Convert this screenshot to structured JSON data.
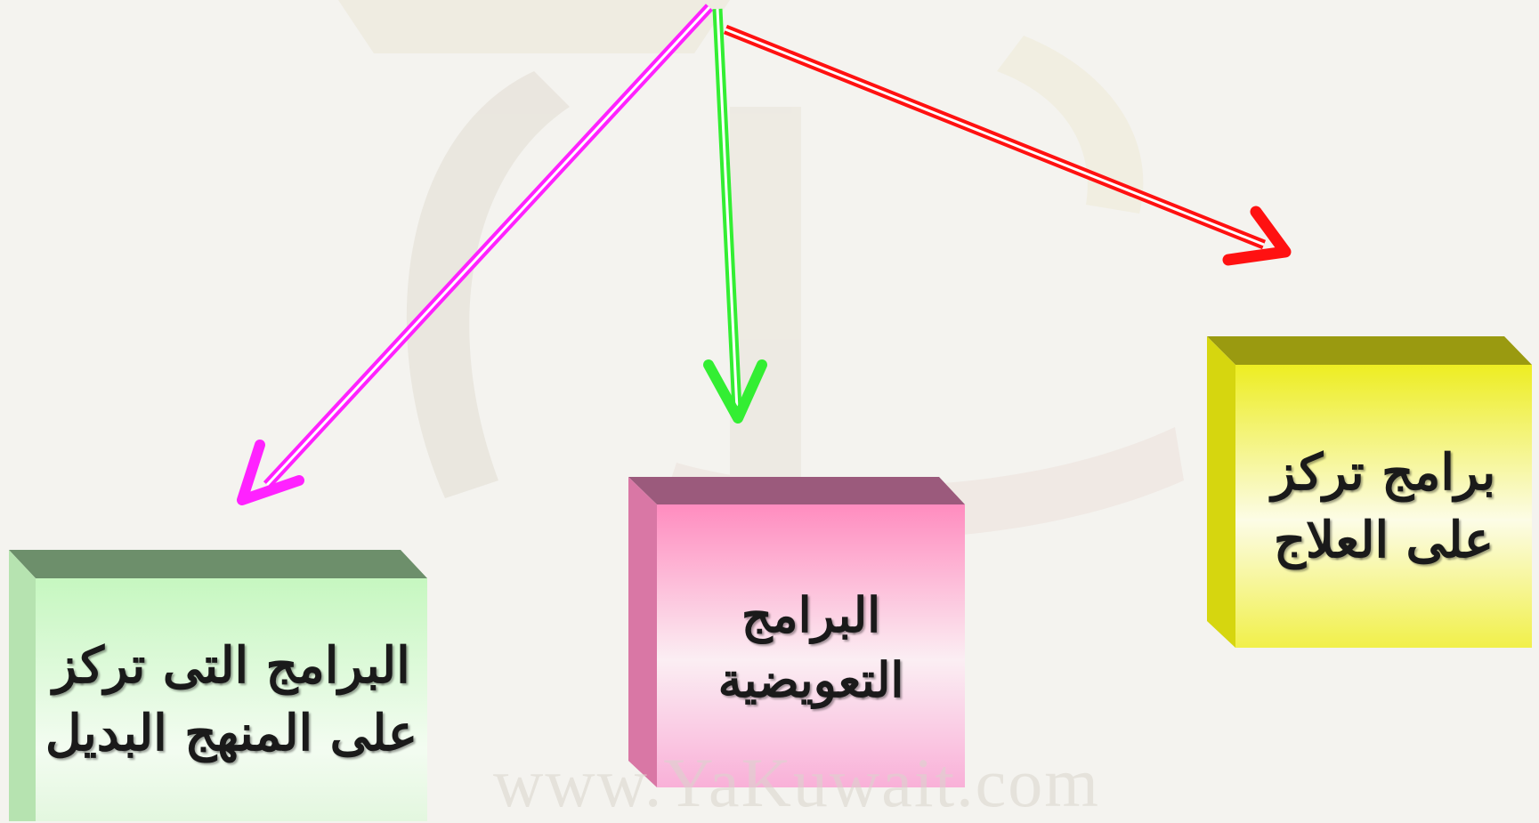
{
  "watermark": "www.YaKuwait.com",
  "boxes": {
    "green": {
      "line1": "البرامج التى تركز",
      "line2": "على المنهج البديل",
      "color": "#cdf5c8"
    },
    "pink": {
      "line1": "البرامج",
      "line2": "التعويضية",
      "color": "#f39cc3"
    },
    "yellow": {
      "line1": "برامج تركز",
      "line2": "على العلاج",
      "color": "#eeee22"
    }
  },
  "arrows": [
    {
      "target": "green",
      "color": "#ff22ff"
    },
    {
      "target": "pink",
      "color": "#33ee33"
    },
    {
      "target": "yellow",
      "color": "#ff1111"
    }
  ]
}
